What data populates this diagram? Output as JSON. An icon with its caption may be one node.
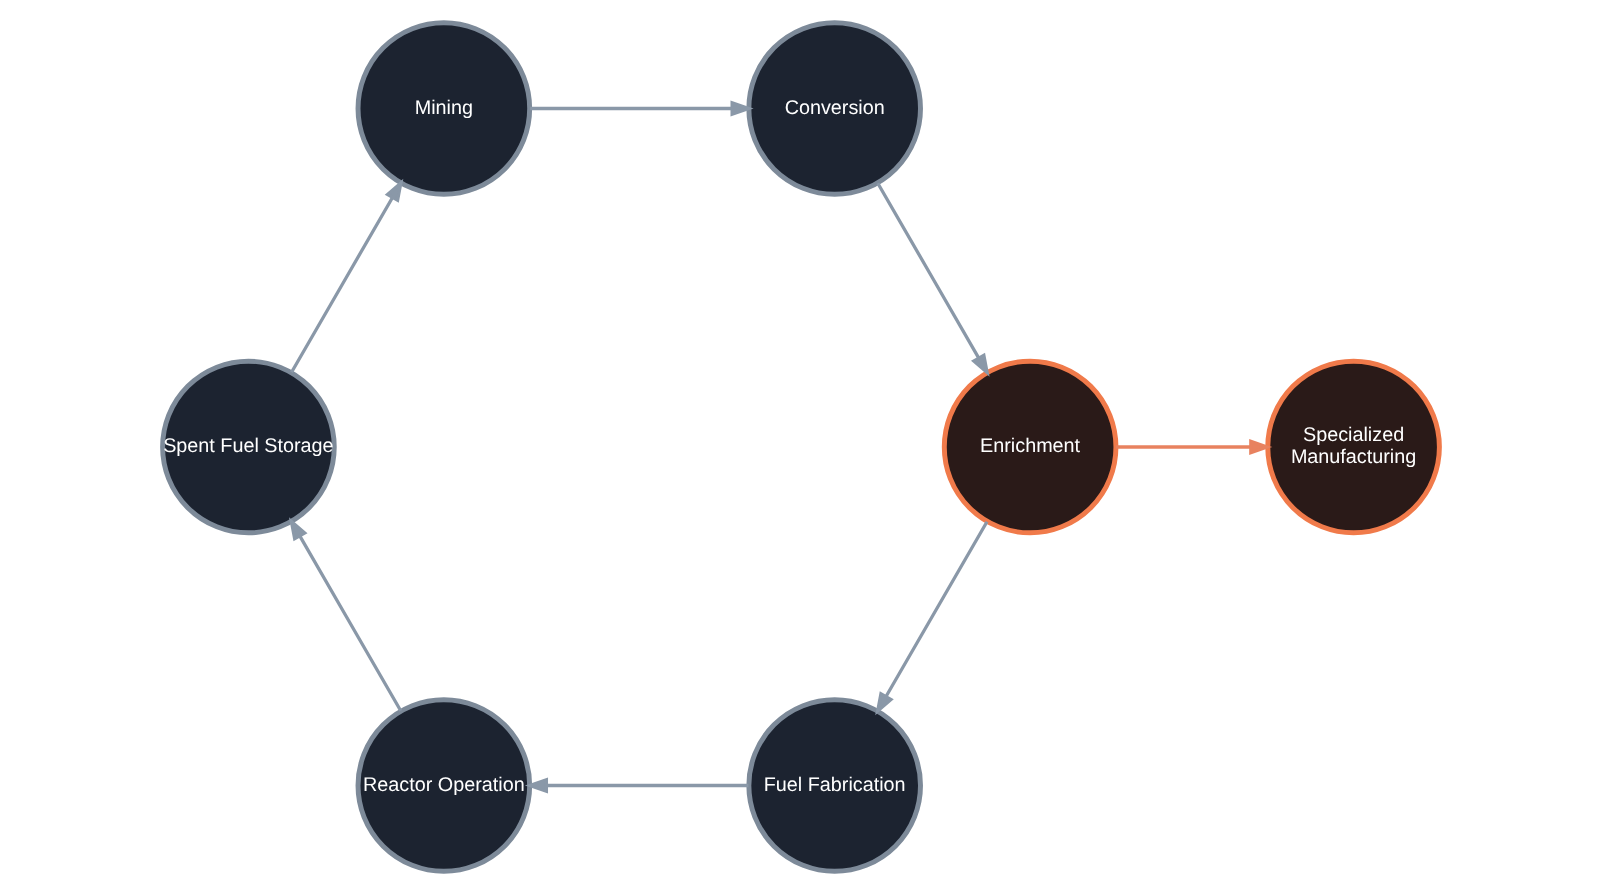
{
  "diagram": {
    "nodes": [
      {
        "text": [
          "Conversion"
        ]
      },
      {
        "text": [
          "Enrichment"
        ]
      },
      {
        "text": [
          "Specialized Manufacturing"
        ]
      },
      {
        "text": [
          "Fuel Fabrication"
        ]
      },
      {
        "text": [
          "Reactor Operation"
        ]
      },
      {
        "text": [
          "Spent Fuel Storage"
        ]
      },
      {
        "text": [
          "Mining"
        ]
      }
    ],
    "edges": [
      {
        "from": 6,
        "to": 0,
        "arrow": "to"
      },
      {
        "from": 0,
        "to": 1,
        "arrow": "to"
      },
      {
        "from": 1,
        "to": 3,
        "arrow": "to"
      },
      {
        "from": 1,
        "to": 2,
        "arrow": "to",
        "color": "#e8825f"
      },
      {
        "from": 3,
        "to": 4,
        "arrow": "to"
      },
      {
        "from": 4,
        "to": 5,
        "arrow": "to"
      },
      {
        "from": 5,
        "to": 6,
        "arrow": "to"
      }
    ]
  }
}
